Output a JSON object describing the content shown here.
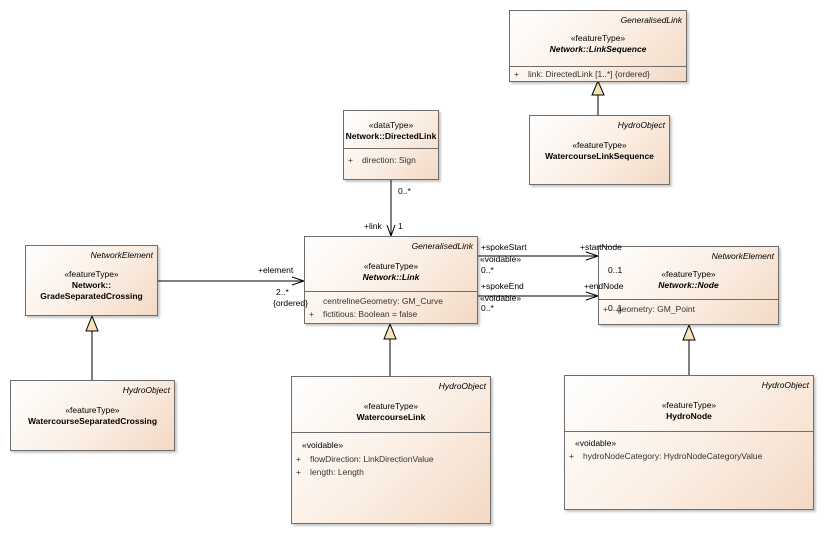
{
  "classes": {
    "link_sequence": {
      "parent": "GeneralisedLink",
      "stereotype": "«featureType»",
      "name": "Network::LinkSequence",
      "attributes": [
        {
          "vis": "+",
          "text": "link: DirectedLink [1..*] {ordered}"
        }
      ]
    },
    "watercourse_link_sequence": {
      "parent": "HydroObject",
      "stereotype": "«featureType»",
      "name": "WatercourseLinkSequence"
    },
    "directed_link": {
      "stereotype": "«dataType»",
      "name": "Network::DirectedLink",
      "attributes": [
        {
          "vis": "+",
          "text": "direction: Sign"
        }
      ]
    },
    "grade_separated_crossing": {
      "parent": "NetworkElement",
      "stereotype": "«featureType»",
      "name_line1": "Network::",
      "name_line2": "GradeSeparatedCrossing"
    },
    "link": {
      "parent": "GeneralisedLink",
      "stereotype": "«featureType»",
      "name": "Network::Link",
      "attributes": [
        {
          "vis": "",
          "text": "centrelineGeometry: GM_Curve"
        },
        {
          "vis": "+",
          "text": "fictitious: Boolean = false"
        }
      ]
    },
    "node": {
      "parent": "NetworkElement",
      "stereotype": "«featureType»",
      "name": "Network::Node",
      "attributes": [
        {
          "vis": "+",
          "text": "geometry: GM_Point"
        }
      ]
    },
    "watercourse_separated_crossing": {
      "parent": "HydroObject",
      "stereotype": "«featureType»",
      "name": "WatercourseSeparatedCrossing"
    },
    "watercourse_link": {
      "parent": "HydroObject",
      "stereotype": "«featureType»",
      "name": "WatercourseLink",
      "section": "«voidable»",
      "attributes": [
        {
          "vis": "+",
          "text": "flowDirection: LinkDirectionValue"
        },
        {
          "vis": "+",
          "text": "length: Length"
        }
      ]
    },
    "hydro_node": {
      "parent": "HydroObject",
      "stereotype": "«featureType»",
      "name": "HydroNode",
      "section": "«voidable»",
      "attributes": [
        {
          "vis": "+",
          "text": "hydroNodeCategory: HydroNodeCategoryValue"
        }
      ]
    }
  },
  "association_labels": {
    "directed_mult": "0..*",
    "link_role": "+link",
    "link_mult": "1",
    "element_role": "+element",
    "element_mult": "2..*",
    "element_ordered": "{ordered}",
    "spoke_start": "+spokeStart",
    "spoke_start_voidable": "«voidable»",
    "spoke_start_mult": "0..*",
    "start_node": "+startNode",
    "start_node_mult": "0..1",
    "spoke_end": "+spokeEnd",
    "spoke_end_voidable": "«voidable»",
    "spoke_end_mult": "0..*",
    "end_node": "+endNode",
    "end_node_mult": "0..1"
  },
  "colors": {
    "box_fill_end": "#f3d9c4",
    "border": "#6e6e6e",
    "generalization_fill": "#f6e4b7"
  }
}
